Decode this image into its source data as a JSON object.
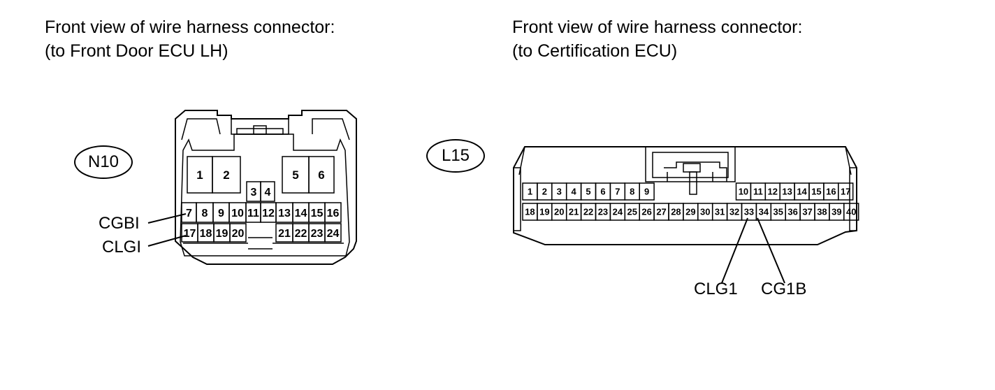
{
  "left": {
    "title_line1": "Front view of wire harness connector:",
    "title_line2": "(to Front Door ECU LH)",
    "connector_code": "N10",
    "pins": [
      "1",
      "2",
      "3",
      "4",
      "5",
      "6",
      "7",
      "8",
      "9",
      "10",
      "11",
      "12",
      "13",
      "14",
      "15",
      "16",
      "17",
      "18",
      "19",
      "20",
      "21",
      "22",
      "23",
      "24"
    ],
    "callouts": [
      "CGBI",
      "CLGI"
    ]
  },
  "right": {
    "title_line1": "Front view of wire harness connector:",
    "title_line2": "(to Certification ECU)",
    "connector_code": "L15",
    "pins": [
      "1",
      "2",
      "3",
      "4",
      "5",
      "6",
      "7",
      "8",
      "9",
      "10",
      "11",
      "12",
      "13",
      "14",
      "15",
      "16",
      "17",
      "18",
      "19",
      "20",
      "21",
      "22",
      "23",
      "24",
      "25",
      "26",
      "27",
      "28",
      "29",
      "30",
      "31",
      "32",
      "33",
      "34",
      "35",
      "36",
      "37",
      "38",
      "39",
      "40"
    ],
    "callouts": [
      "CLG1",
      "CG1B"
    ]
  }
}
